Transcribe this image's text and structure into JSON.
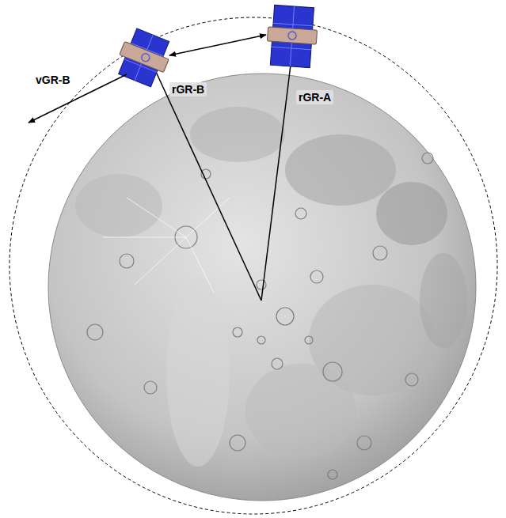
{
  "diagram": {
    "labels": [
      "vGR-B",
      "rGR-B",
      "rGR-A"
    ]
  }
}
